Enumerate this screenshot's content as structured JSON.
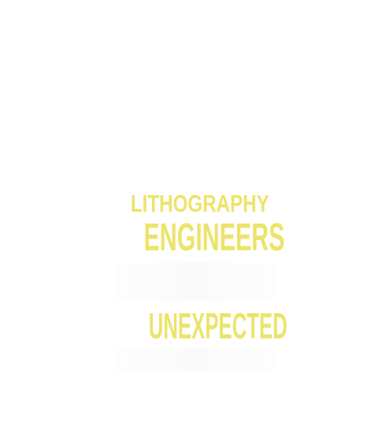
{
  "design": {
    "line1": "LITHOGRAPHY",
    "line2": "ENGINEERS",
    "line3": "UNEXPECTED"
  },
  "colors": {
    "text": "#ece46a",
    "background": "#ffffff"
  }
}
